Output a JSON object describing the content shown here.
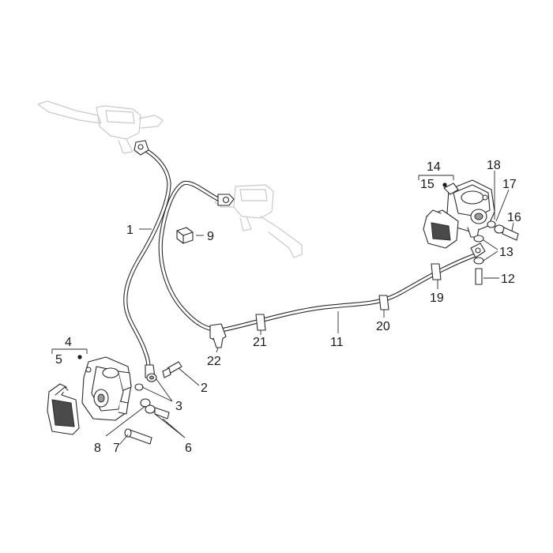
{
  "callouts": {
    "c1": "1",
    "c2": "2",
    "c3": "3",
    "c4": "4",
    "c5": "5",
    "c6": "6",
    "c7": "7",
    "c8": "8",
    "c9": "9",
    "c11": "11",
    "c12": "12",
    "c13": "13",
    "c14": "14",
    "c15": "15",
    "c16": "16",
    "c17": "17",
    "c18": "18",
    "c19": "19",
    "c20": "20",
    "c21": "21",
    "c22": "22"
  },
  "colors": {
    "line": "#2a2a2a",
    "ghost_outline": "#c9c9c9",
    "background": "#ffffff"
  }
}
